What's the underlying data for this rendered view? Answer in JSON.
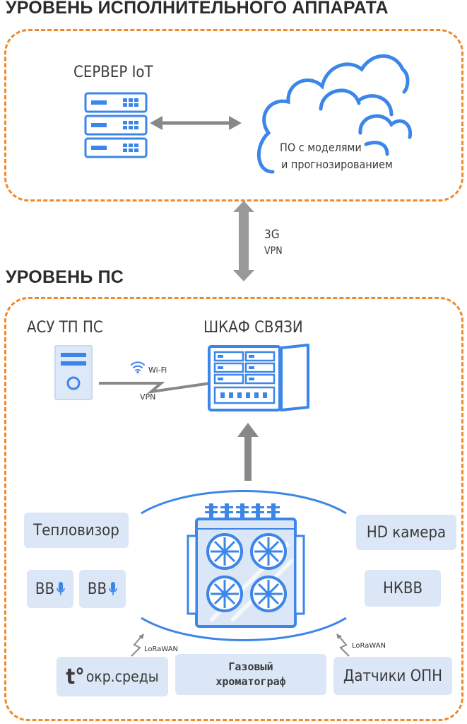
{
  "top_level": {
    "title": "УРОВЕНЬ ИСПОЛНИТЕЛЬНОГО АППАРАТА",
    "server_label": "СЕРВЕР IoT",
    "cloud_line1": "ПО с моделями",
    "cloud_line2": "и прогнозированием"
  },
  "link": {
    "line1": "3G",
    "line2": "VPN"
  },
  "ps_level": {
    "title": "УРОВЕНЬ ПС",
    "asu_label": "АСУ ТП ПС",
    "cabinet_label": "ШКАФ СВЯЗИ",
    "wifi_label": "Wi-Fi",
    "vpn_label": "VPN",
    "devices": {
      "thermal": "Тепловизор",
      "hd_camera": "HD камера",
      "vv1": "ВВ",
      "vv2": "ВВ",
      "nkvv": "НКВВ",
      "ambient_t": "t°",
      "ambient_rest": "окр.среды",
      "chroma_line1": "Газовый",
      "chroma_line2": "хроматограф",
      "opn": "Датчики ОПН",
      "lora_left": "LoRaWAN",
      "lora_right": "LoRaWAN"
    }
  },
  "colors": {
    "accent_blue": "#3b86e8",
    "dash_orange": "#f0892b",
    "chip_bg": "#dbe6f6",
    "arrow_gray": "#888888"
  }
}
